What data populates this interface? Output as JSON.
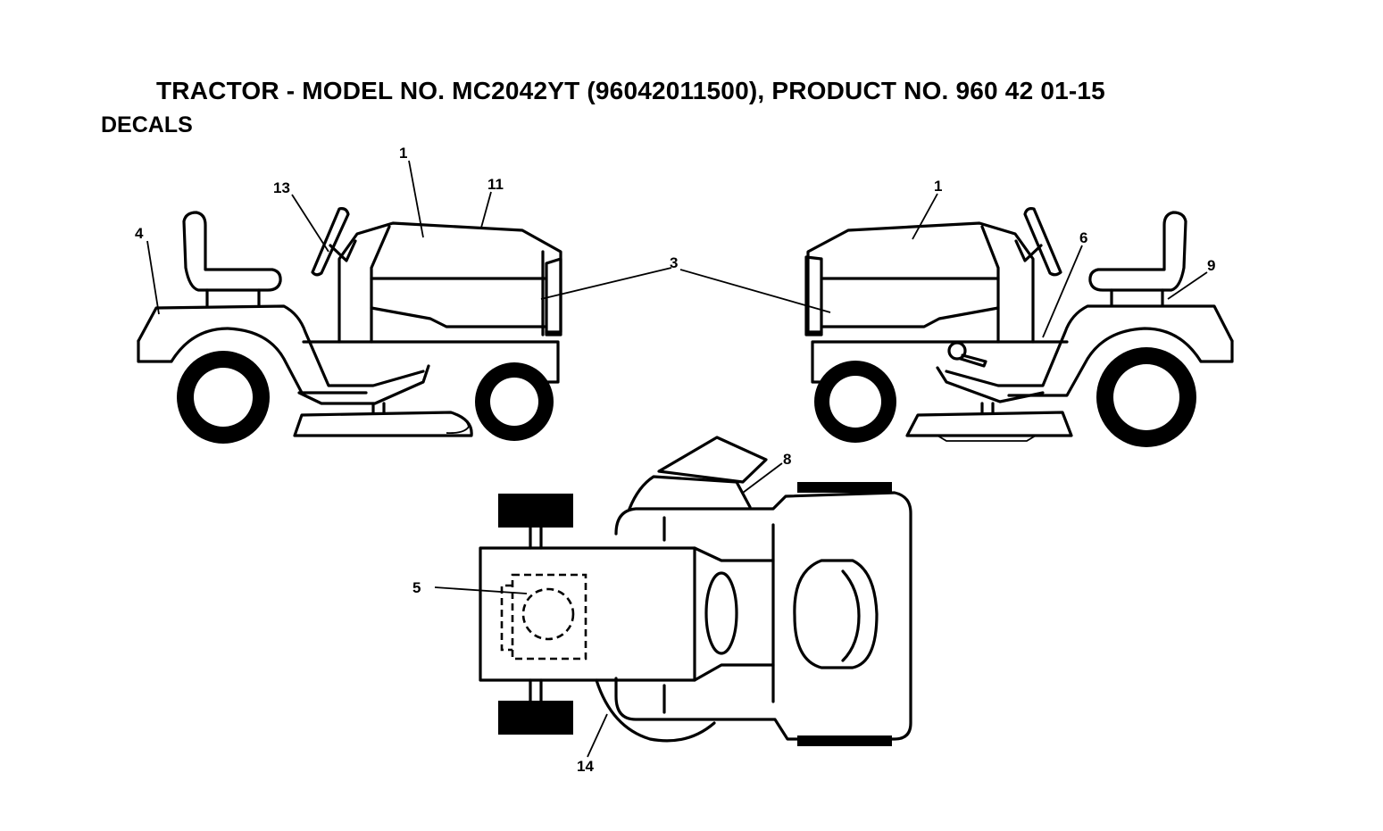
{
  "header": {
    "title": "TRACTOR - MODEL NO. MC2042YT (96042011500), PRODUCT NO. 960 42 01-15",
    "section": "DECALS"
  },
  "callouts": {
    "left_view": [
      "1",
      "11",
      "13",
      "4",
      "3"
    ],
    "right_view": [
      "1",
      "6",
      "9"
    ],
    "top_view": [
      "8",
      "5",
      "14"
    ]
  },
  "colors": {
    "line": "#000000",
    "background": "#ffffff"
  }
}
